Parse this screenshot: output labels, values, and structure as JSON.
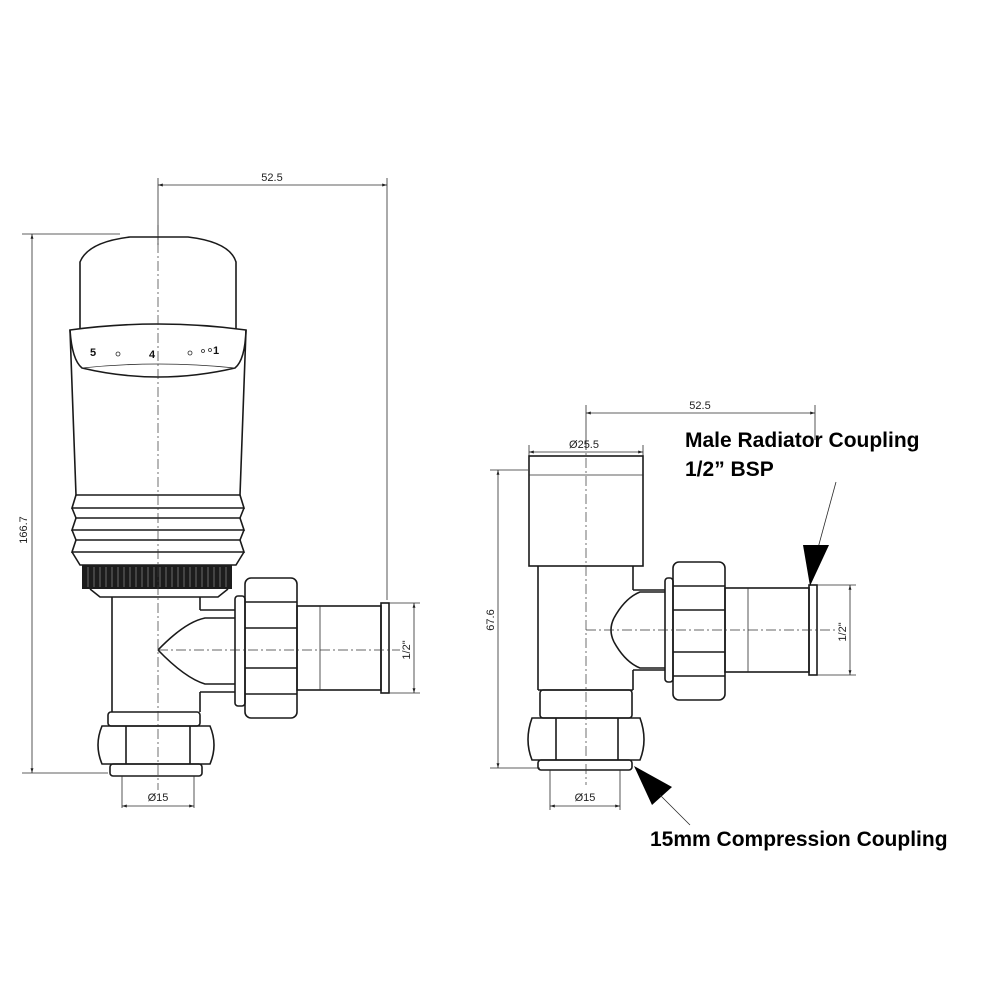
{
  "left_view": {
    "dim_width": "52.5",
    "dim_height": "166.7",
    "dim_thread": "1/2\"",
    "dim_pipe": "Ø15",
    "dial_marks": [
      "5",
      "4",
      "1"
    ]
  },
  "right_view": {
    "dim_width": "52.5",
    "dim_diameter": "Ø25.5",
    "dim_height": "67.6",
    "dim_thread": "1/2\"",
    "dim_pipe": "Ø15"
  },
  "callouts": {
    "male_coupling_line1": "Male Radiator Coupling",
    "male_coupling_line2": "1/2” BSP",
    "compression": "15mm Compression Coupling"
  }
}
